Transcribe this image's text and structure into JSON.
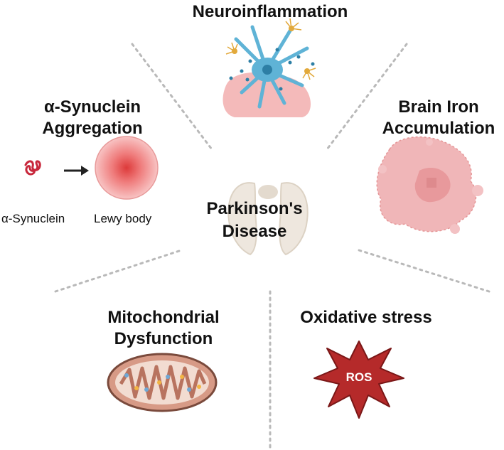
{
  "center": {
    "line1": "Parkinson's",
    "line2": "Disease"
  },
  "sections": {
    "neuroinflammation": {
      "title": "Neuroinflammation"
    },
    "synuclein": {
      "title_line1": "α-Synuclein",
      "title_line2": "Aggregation",
      "monomer_label": "α-Synuclein",
      "lewy_label": "Lewy body"
    },
    "iron": {
      "title_line1": "Brain Iron",
      "title_line2": "Accumulation"
    },
    "mito": {
      "title_line1": "Mitochondrial",
      "title_line2": "Dysfunction"
    },
    "oxidative": {
      "title": "Oxidative stress",
      "badge": "ROS"
    }
  },
  "colors": {
    "divider": "#b9b9b9",
    "neuron": "#5fb3d6",
    "inflamed_tissue": "#f3b3b3",
    "microglia": "#e2a93b",
    "lewy_body": "#e25555",
    "synuclein": "#c8283c",
    "iron_blob": "#f0b6b8",
    "mitochondria": "#d79a86",
    "ros_star": "#b52a2a",
    "brain_section": "#eae2d6"
  }
}
